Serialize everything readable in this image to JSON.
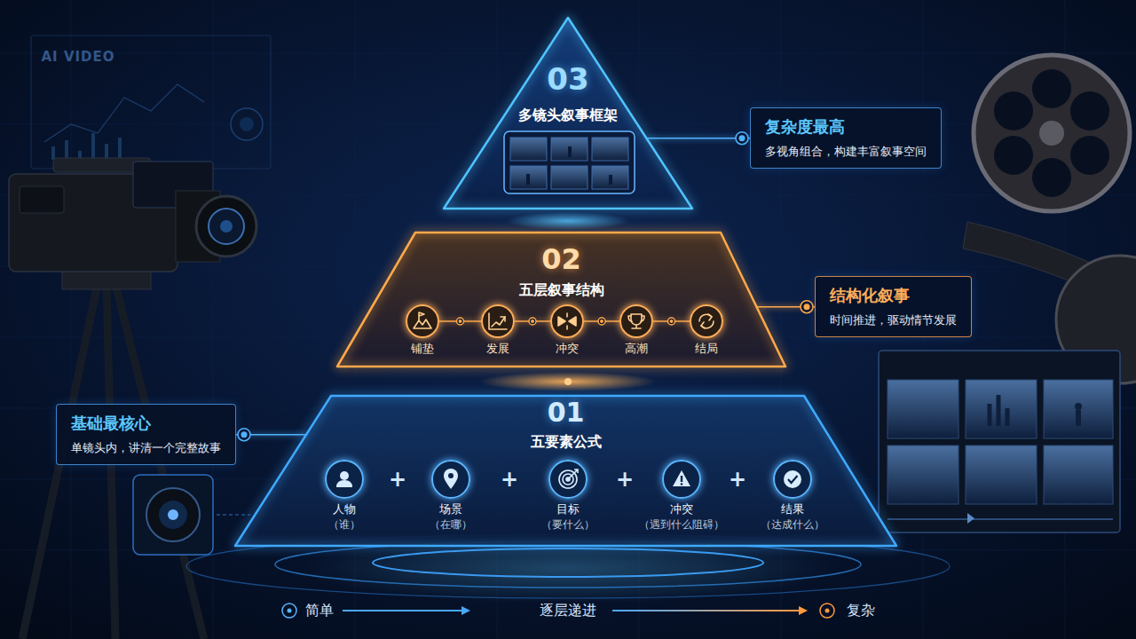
{
  "diagram": {
    "nodes": [
      {
        "text": [
          "03",
          "多镜头叙事框架"
        ]
      },
      {
        "text": [
          "复杂度最高",
          "多视角组合，构建丰富叙事空间"
        ]
      },
      {
        "text": [
          "02",
          "五层叙事结构"
        ]
      },
      {
        "text": [
          "铺垫"
        ],
        "in": 2
      },
      {
        "text": [
          "发展"
        ],
        "in": 2
      },
      {
        "text": [
          "冲突"
        ],
        "in": 2
      },
      {
        "text": [
          "高潮"
        ],
        "in": 2
      },
      {
        "text": [
          "结局"
        ],
        "in": 2
      },
      {
        "text": [
          "结构化叙事",
          "时间推进，驱动情节发展"
        ]
      },
      {
        "text": [
          "基础最核心",
          "单镜头内，讲清一个完整故事"
        ]
      },
      {
        "text": [
          "01",
          "五要素公式"
        ]
      },
      {
        "text": [
          "人物",
          "（谁）"
        ],
        "in": 10
      },
      {
        "text": [
          "场景",
          "（在哪）"
        ],
        "in": 10
      },
      {
        "text": [
          "目标",
          "（要什么）"
        ],
        "in": 10
      },
      {
        "text": [
          "冲突",
          "（遇到什么阻碍）"
        ],
        "in": 10
      },
      {
        "text": [
          "结果",
          "（达成什么）"
        ],
        "in": 10
      }
    ],
    "edges": [
      {
        "from": 1,
        "to": 0,
        "arrow": "none"
      },
      {
        "from": 3,
        "to": 4,
        "arrow": "none"
      },
      {
        "from": 4,
        "to": 5,
        "arrow": "none"
      },
      {
        "from": 5,
        "to": 6,
        "arrow": "none"
      },
      {
        "from": 6,
        "to": 7,
        "arrow": "none"
      },
      {
        "from": 8,
        "to": 2,
        "arrow": "none"
      },
      {
        "from": 9,
        "to": 10,
        "arrow": "none"
      }
    ],
    "labels": [
      "AI VIDEO",
      "+",
      "+",
      "+",
      "+",
      "简单",
      "逐层递进",
      "复杂"
    ]
  }
}
